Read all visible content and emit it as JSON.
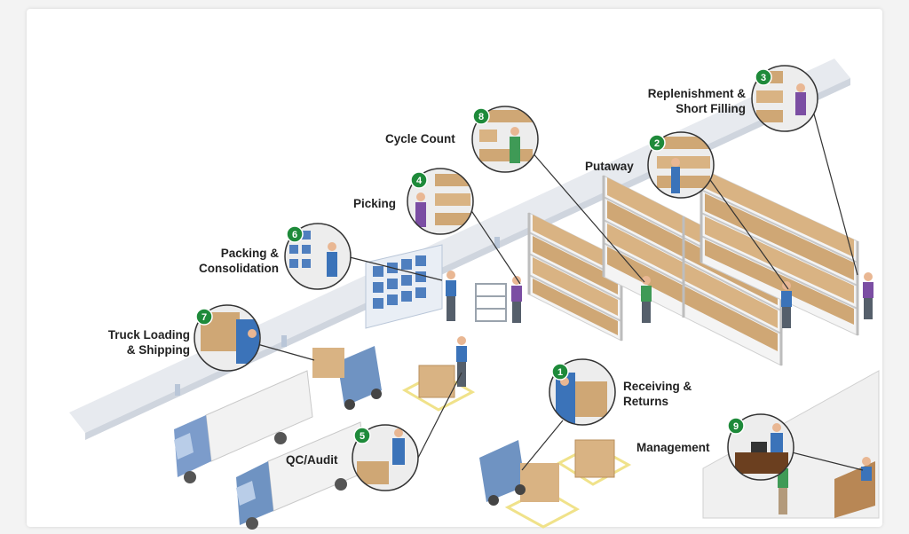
{
  "colors": {
    "badge": "#1e8a3a",
    "box": "#d9b383",
    "shelf": "#dcdcdc",
    "shirt_blue": "#3b73b9",
    "shirt_purple": "#7b4ea3",
    "shirt_green": "#3f9a56",
    "truck": "#6f93c2",
    "floor_mark": "#f3e9a6"
  },
  "stations": [
    {
      "num": "1",
      "label": "Receiving &\nReturns"
    },
    {
      "num": "2",
      "label": "Putaway"
    },
    {
      "num": "3",
      "label": "Replenishment &\nShort Filling"
    },
    {
      "num": "4",
      "label": "Picking"
    },
    {
      "num": "5",
      "label": "QC/Audit"
    },
    {
      "num": "6",
      "label": "Packing &\nConsolidation"
    },
    {
      "num": "7",
      "label": "Truck Loading\n& Shipping"
    },
    {
      "num": "8",
      "label": "Cycle Count"
    },
    {
      "num": "9",
      "label": "Management"
    }
  ]
}
